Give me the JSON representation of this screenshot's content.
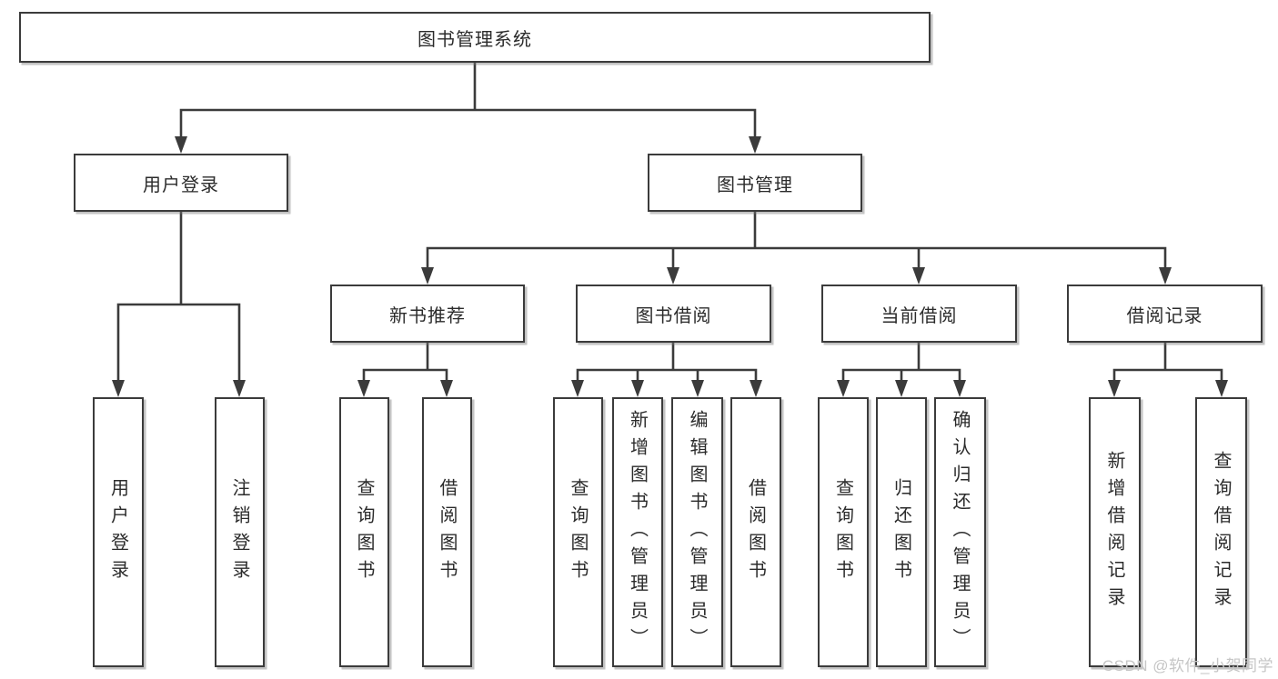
{
  "root": {
    "label": "图书管理系统"
  },
  "branches": {
    "user_login": {
      "label": "用户登录",
      "children": [
        "用户登录",
        "注销登录"
      ]
    },
    "book_mgmt": {
      "label": "图书管理"
    }
  },
  "modules": {
    "new_books": {
      "label": "新书推荐",
      "children": [
        "查询图书",
        "借阅图书"
      ]
    },
    "book_borrow": {
      "label": "图书借阅",
      "children": [
        "查询图书",
        "新增图书（管理员）",
        "编辑图书（管理员）",
        "借阅图书"
      ]
    },
    "current_borrow": {
      "label": "当前借阅",
      "children": [
        "查询图书",
        "归还图书",
        "确认归还（管理员）"
      ]
    },
    "borrow_records": {
      "label": "借阅记录",
      "children": [
        "新增借阅记录",
        "查询借阅记录"
      ]
    }
  },
  "watermark": "CSDN @软件_小贺同学",
  "colors": {
    "line": "#3b3b3b",
    "box_border": "#3b3b3b",
    "background": "#ffffff",
    "text": "#2b2b2b",
    "watermark": "#c6c6c6"
  }
}
